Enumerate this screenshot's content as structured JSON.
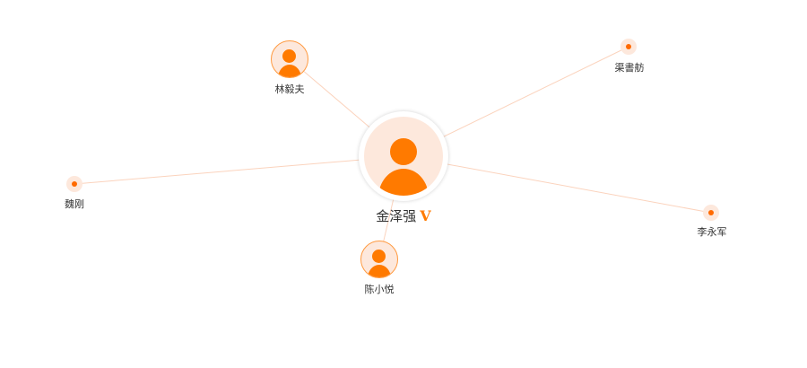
{
  "graph": {
    "center": {
      "name": "金泽强",
      "badge": "V"
    },
    "nodes": [
      {
        "id": "linyifu",
        "name": "林毅夫",
        "kind": "avatar"
      },
      {
        "id": "quwufang",
        "name": "渠書舫",
        "kind": "dot"
      },
      {
        "id": "weigang",
        "name": "魏刚",
        "kind": "dot"
      },
      {
        "id": "liyongjun",
        "name": "李永军",
        "kind": "dot"
      },
      {
        "id": "chenxiaoyue",
        "name": "陈小悦",
        "kind": "avatar"
      }
    ]
  },
  "colors": {
    "accent": "#ff7a00",
    "node_fill": "#fde8dc",
    "edge": "#fbd3bd",
    "label": "#333333"
  }
}
